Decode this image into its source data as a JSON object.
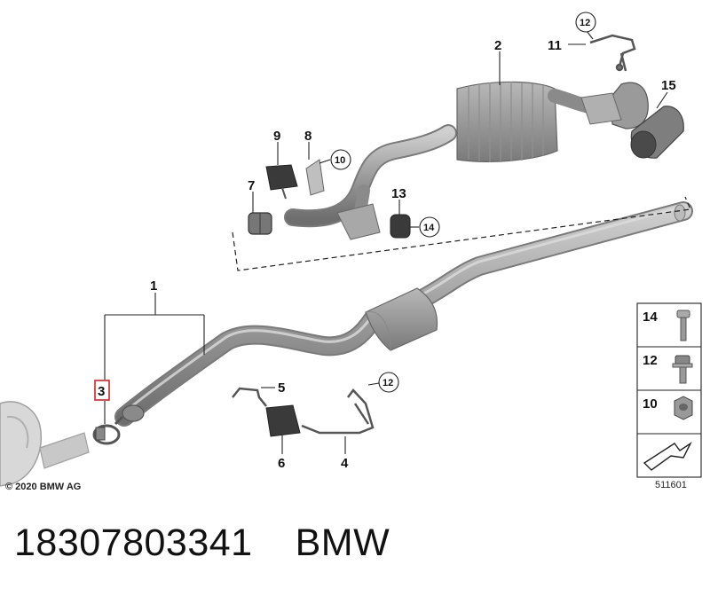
{
  "callouts": {
    "c1": "1",
    "c2": "2",
    "c3": "3",
    "c4": "4",
    "c5": "5",
    "c6": "6",
    "c7": "7",
    "c8": "8",
    "c9": "9",
    "c10": "10",
    "c11": "11",
    "c12a": "12",
    "c12b": "12",
    "c13": "13",
    "c14": "14",
    "c15": "15"
  },
  "legend": [
    {
      "number": "14",
      "icon": "bolt-icon"
    },
    {
      "number": "12",
      "icon": "flange-bolt-icon"
    },
    {
      "number": "10",
      "icon": "hex-nut-icon"
    }
  ],
  "copyright": "© 2020 BMW AG",
  "diagram_id": "511601",
  "footer": {
    "part_number": "18307803341",
    "brand": "BMW"
  },
  "colors": {
    "pipe": "#9a9a9a",
    "pipe_dark": "#707070",
    "rubber": "#3a3a3a",
    "highlight": "#d62020"
  }
}
